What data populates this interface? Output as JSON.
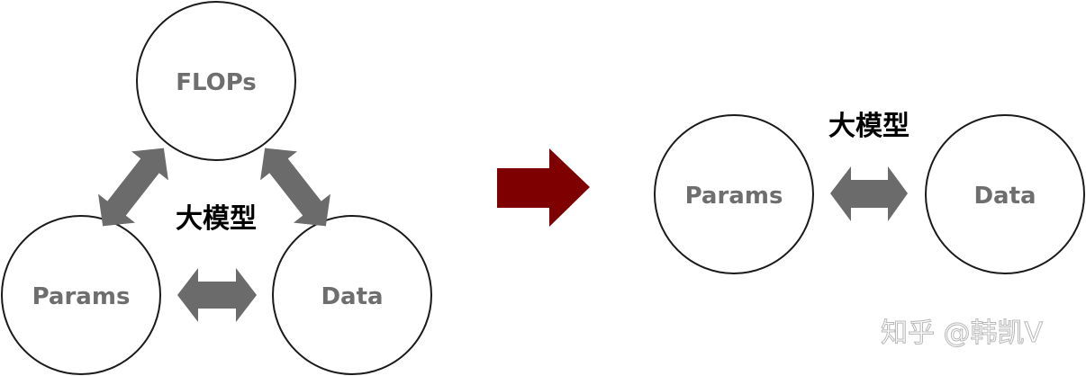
{
  "diagram": {
    "left": {
      "nodes": [
        {
          "id": "flops",
          "label": "FLOPs"
        },
        {
          "id": "params",
          "label": "Params"
        },
        {
          "id": "data",
          "label": "Data"
        }
      ],
      "center_label": "大模型",
      "edges": [
        {
          "from": "params",
          "to": "flops",
          "type": "bidirectional"
        },
        {
          "from": "flops",
          "to": "data",
          "type": "bidirectional"
        },
        {
          "from": "params",
          "to": "data",
          "type": "bidirectional"
        }
      ]
    },
    "transition_arrow": {
      "direction": "right",
      "color": "#7f0000"
    },
    "right": {
      "nodes": [
        {
          "id": "params",
          "label": "Params"
        },
        {
          "id": "data",
          "label": "Data"
        }
      ],
      "center_label": "大模型",
      "edges": [
        {
          "from": "params",
          "to": "data",
          "type": "bidirectional"
        }
      ]
    },
    "colors": {
      "circle_stroke": "#1a1a1a",
      "node_text": "#6e6e6e",
      "arrow_gray": "#6b6b6b",
      "center_text": "#000000",
      "transition_arrow": "#7f0000"
    }
  },
  "watermark": "知乎 @韩凯V"
}
